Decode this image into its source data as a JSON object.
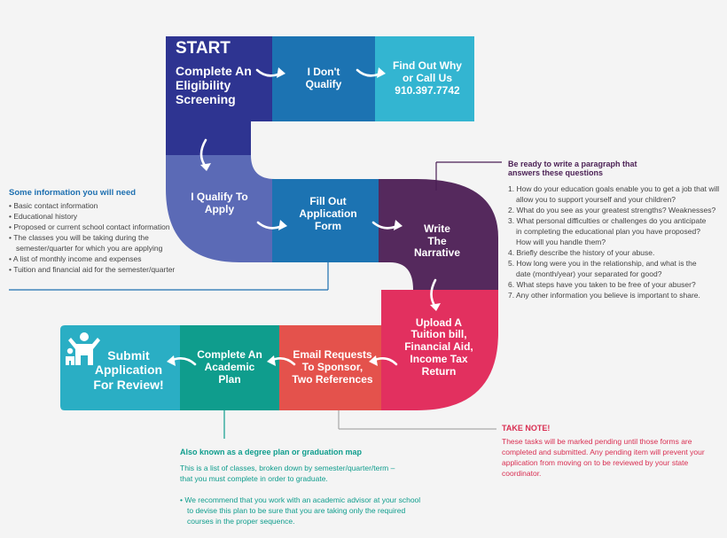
{
  "steps": {
    "start": {
      "heading": "START",
      "line1": "Complete An",
      "line2": "Eligibility",
      "line3": "Screening"
    },
    "dont_qualify": {
      "line1": "I Don't",
      "line2": "Qualify"
    },
    "find_out": {
      "line1": "Find Out Why",
      "line2": "or Call Us",
      "line3": "910.397.7742"
    },
    "qualify": {
      "line1": "I Qualify To",
      "line2": "Apply"
    },
    "fill_out": {
      "line1": "Fill Out",
      "line2": "Application",
      "line3": "Form"
    },
    "narrative": {
      "line1": "Write",
      "line2": "The",
      "line3": "Narrative"
    },
    "upload": {
      "line1": "Upload A",
      "line2": "Tuition bill,",
      "line3": "Financial Aid,",
      "line4": "Income Tax",
      "line5": "Return"
    },
    "email": {
      "line1": "Email Requests",
      "line2": "To Sponsor,",
      "line3": "Two References"
    },
    "academic": {
      "line1": "Complete An",
      "line2": "Academic",
      "line3": "Plan"
    },
    "submit": {
      "line1": "Submit",
      "line2": "Application",
      "line3": "For Review!"
    }
  },
  "info_needed": {
    "title": "Some information you will need",
    "items": [
      "Basic contact information",
      "Educational history",
      "Proposed or current school contact information",
      "The classes you will be taking during the",
      "semester/quarter for which you are applying",
      "A list of monthly income and expenses",
      "Tuition and financial aid for the semester/quarter"
    ]
  },
  "narrative_questions": {
    "title_line1": "Be ready to write a paragraph that",
    "title_line2": "answers these questions",
    "lines": [
      "1. How do your education goals enable you to get a job that will",
      "allow you to support yourself and your children?",
      "2. What do you see as your greatest strengths? Weaknesses?",
      "3. What personal difficulties or challenges do you anticipate",
      "in completing the educational plan you have proposed?",
      "How will you handle them?",
      "4. Briefly describe the history of your abuse.",
      "5. How long were you in the relationship, and what is the",
      "date (month/year) your separated for good?",
      "6. What steps have you taken to be free of your abuser?",
      "7. Any other information you believe is important to share."
    ]
  },
  "take_note": {
    "title": "TAKE NOTE!",
    "lines": [
      "These tasks will be marked pending until those forms are",
      "completed and submitted. Any pending item will prevent your",
      "application from moving on to be reviewed by your state",
      "coordinator."
    ]
  },
  "academic_plan_note": {
    "title": "Also known as a degree plan or  graduation map",
    "lines": [
      "This is a list of classes, broken down by semester/quarter/term –",
      "that you must complete in order to graduate.",
      "",
      "• We recommend that you work with an academic advisor at your school",
      "to devise this plan to be sure that you are taking only the required",
      "courses in the proper sequence."
    ]
  },
  "colors": {
    "navy": "#2e3491",
    "blue": "#1c73b2",
    "cyan": "#33b5d1",
    "periwinkle": "#5b6ab6",
    "plum": "#55295d",
    "magenta": "#e2305f",
    "coral": "#e4524c",
    "teal": "#0f9d8d",
    "aqua": "#2aaec4",
    "info_blue": "#1d6fb0",
    "question_plum": "#4a1f54",
    "note_red": "#d92f52",
    "plan_teal": "#0f9d8d"
  },
  "icons": {
    "arrows": "curved-arrow-icon",
    "family": "family-icon"
  }
}
